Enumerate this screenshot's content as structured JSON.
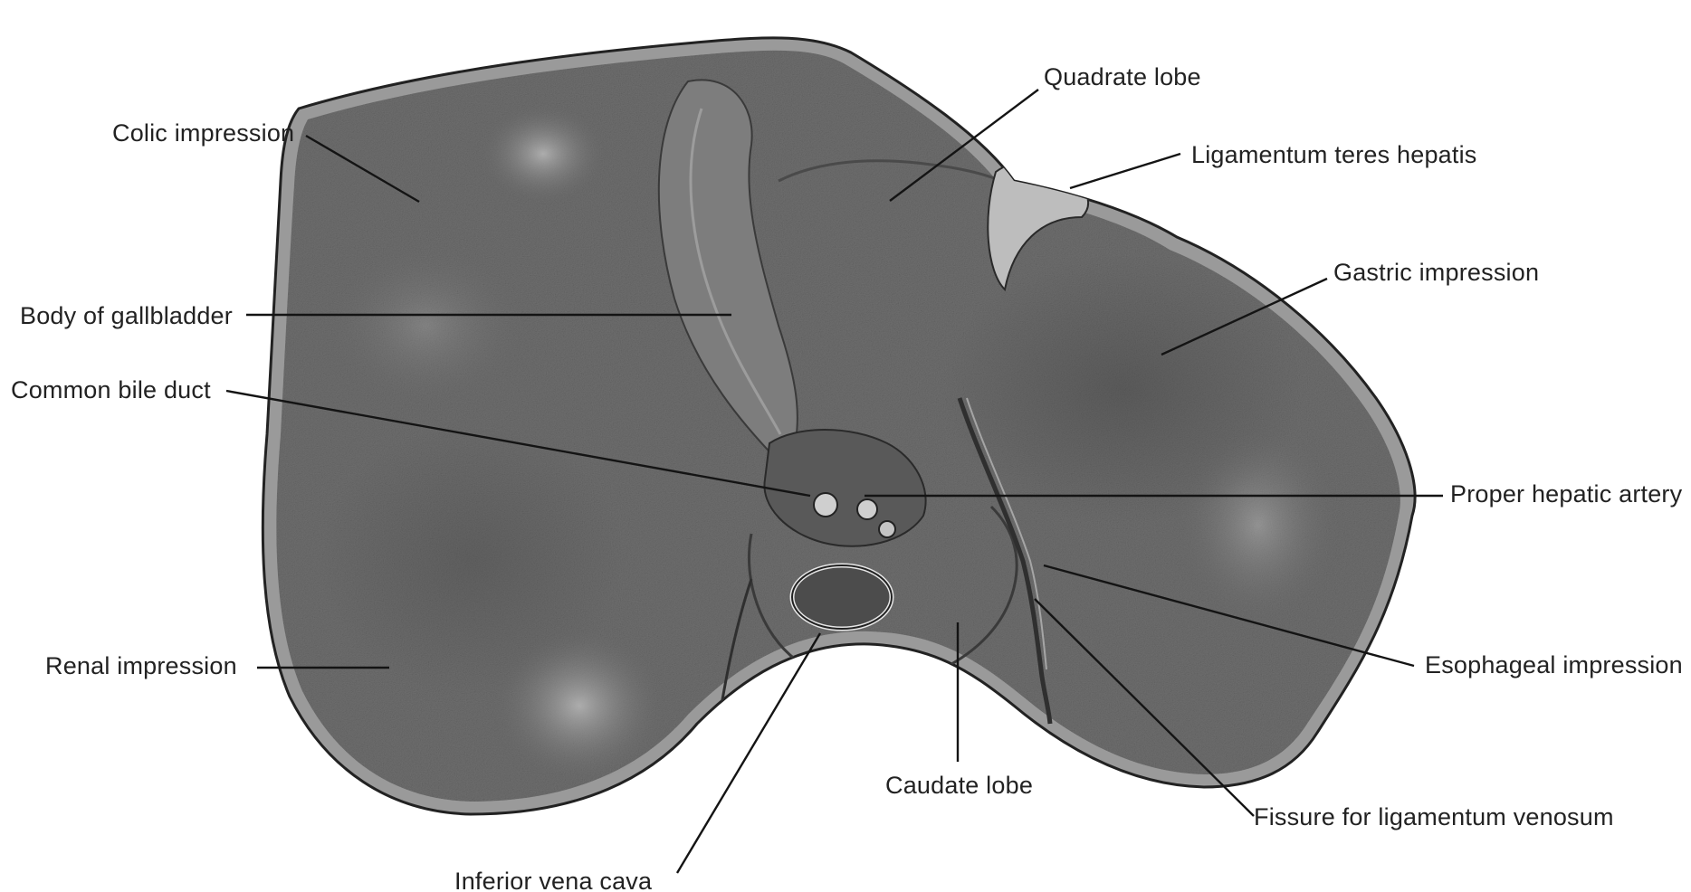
{
  "diagram": {
    "labels": {
      "colic_impression": "Colic impression",
      "body_of_gallbladder": "Body of gallbladder",
      "common_bile_duct": "Common bile duct",
      "renal_impression": "Renal impression",
      "inferior_vena_cava": "Inferior vena cava",
      "caudate_lobe": "Caudate lobe",
      "quadrate_lobe": "Quadrate lobe",
      "ligamentum_teres_hepatis": "Ligamentum teres hepatis",
      "gastric_impression": "Gastric impression",
      "proper_hepatic_artery": "Proper hepatic artery",
      "esophageal_impression": "Esophageal impression",
      "fissure_for_ligamentum_venosum": "Fissure for ligamentum venosum"
    }
  }
}
